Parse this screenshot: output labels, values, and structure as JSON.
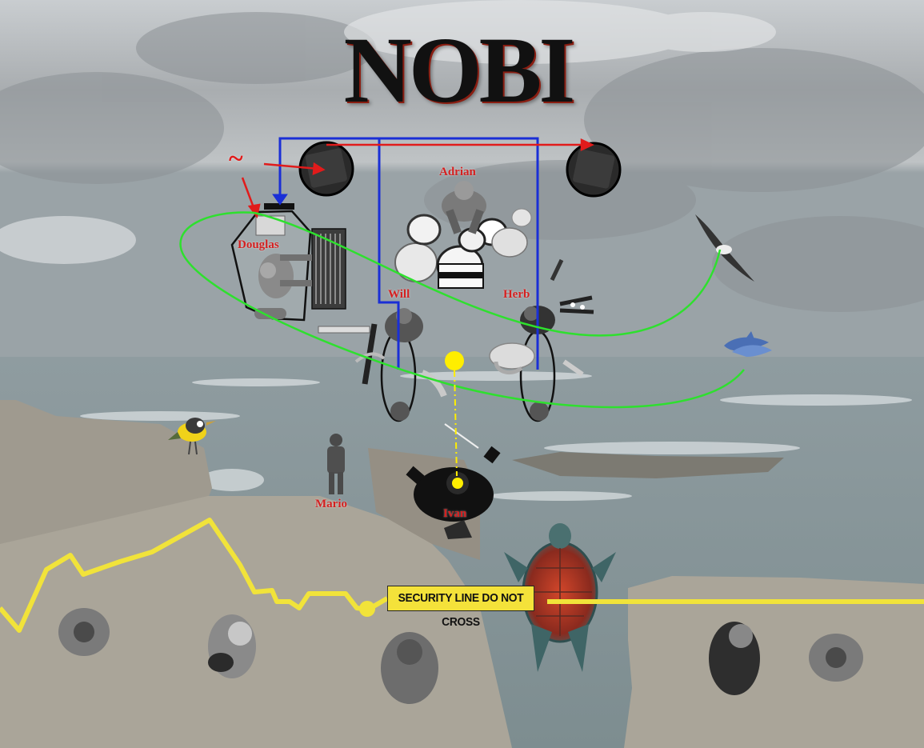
{
  "title": "NOBI",
  "signal_symbol": "~",
  "musicians": [
    {
      "id": "douglas",
      "name": "Douglas"
    },
    {
      "id": "adrian",
      "name": "Adrian"
    },
    {
      "id": "will",
      "name": "Will"
    },
    {
      "id": "herb",
      "name": "Herb"
    },
    {
      "id": "mario",
      "name": "Mario"
    },
    {
      "id": "ivan",
      "name": "Ivan"
    }
  ],
  "security_tape_text": "SECURITY LINE  DO NOT CROSS",
  "colors": {
    "label": "#d42020",
    "signal_arrow": "#e11b1b",
    "cable": "#1a2fd6",
    "flight_path": "#2ee02e",
    "security_line": "#f1e33a",
    "conductor_point": "#ffee00"
  }
}
